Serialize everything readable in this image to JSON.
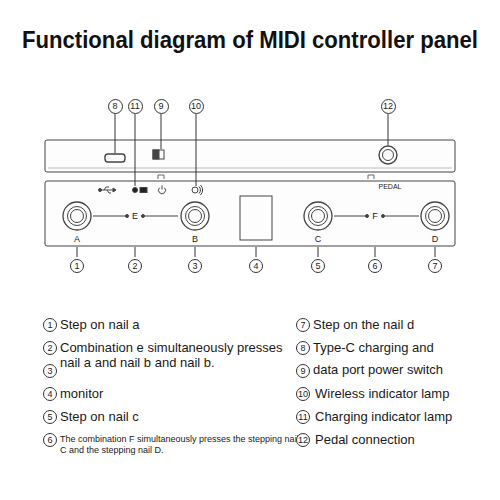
{
  "diagram": {
    "title": "Functional diagram of MIDI controller panel",
    "labels": [
      "8",
      "11",
      "9",
      "10",
      "12",
      "PEDAL",
      "A",
      "E",
      "B",
      "C",
      "F",
      "D",
      "1",
      "2",
      "3",
      "4",
      "5",
      "6",
      "7",
      "1",
      "Step on nail a",
      "2",
      "Combination e simultaneously presses nail a and nail b and nail b.",
      "3",
      "4",
      "monitor",
      "5",
      "Step on nail c",
      "6",
      "The combination F simultaneously presses the stepping nail C and the stepping nail D.",
      "7",
      "Step on the nail d",
      "8",
      "Type-C charging and",
      "9",
      "data port power switch",
      "10",
      "Wireless indicator lamp",
      "11",
      "Charging indicator lamp",
      "12",
      "Pedal connection"
    ]
  }
}
